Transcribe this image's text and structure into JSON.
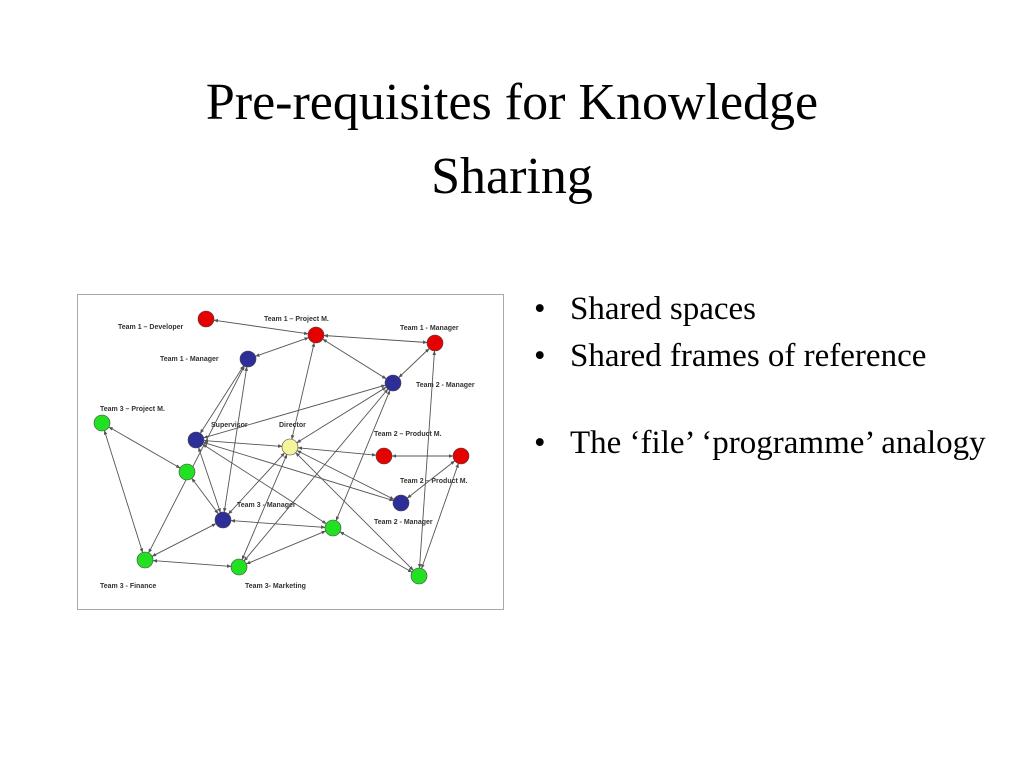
{
  "slide": {
    "title_line1": "Pre-requisites for Knowledge",
    "title_line2": "Sharing"
  },
  "diagram": {
    "colors": {
      "red": "#e60000",
      "blue": "#2e2e99",
      "green": "#22e022",
      "yellow": "#f5f59a",
      "edge": "#555555"
    },
    "nodes": [
      {
        "id": "t1dev",
        "label": "Team 1 – Developer",
        "color": "red"
      },
      {
        "id": "t1pm",
        "label": "Team 1 – Project M.",
        "color": "red"
      },
      {
        "id": "t1mgr",
        "label": "Team 1 - Manager",
        "color": "red"
      },
      {
        "id": "t1manager_blue",
        "label": "Team 1 - Manager",
        "color": "blue"
      },
      {
        "id": "t2mgr_top",
        "label": "Team 2 - Manager",
        "color": "blue"
      },
      {
        "id": "t3pm",
        "label": "Team 3 – Project M.",
        "color": "green"
      },
      {
        "id": "supervisor",
        "label": "Supervisor",
        "color": "blue"
      },
      {
        "id": "director",
        "label": "Director",
        "color": "yellow"
      },
      {
        "id": "t2pm1",
        "label": "Team 2 – Product M.",
        "color": "red"
      },
      {
        "id": "t2pm2",
        "label": "",
        "color": "red"
      },
      {
        "id": "t2pm_lbl2",
        "label": "Team 2 – Product M.",
        "color": "blue"
      },
      {
        "id": "green_mid",
        "label": "",
        "color": "green"
      },
      {
        "id": "t3mgr",
        "label": "Team 3 - Manager",
        "color": "blue"
      },
      {
        "id": "green_c",
        "label": "",
        "color": "green"
      },
      {
        "id": "t2mgr_bot",
        "label": "Team 2 - Manager",
        "color": "green"
      },
      {
        "id": "t3fin",
        "label": "Team 3 - Finance",
        "color": "green"
      },
      {
        "id": "t3mkt",
        "label": "Team 3- Marketing",
        "color": "green"
      },
      {
        "id": "green_br",
        "label": "",
        "color": "green"
      }
    ],
    "edges": [
      [
        "t1dev",
        "t1pm"
      ],
      [
        "t1pm",
        "t1manager_blue"
      ],
      [
        "t1pm",
        "t1mgr"
      ],
      [
        "t1pm",
        "t2mgr_top"
      ],
      [
        "t1pm",
        "director"
      ],
      [
        "t1mgr",
        "t2mgr_top"
      ],
      [
        "t1mgr",
        "green_br"
      ],
      [
        "t1manager_blue",
        "t3mgr"
      ],
      [
        "t1manager_blue",
        "supervisor"
      ],
      [
        "t2mgr_top",
        "supervisor"
      ],
      [
        "t2mgr_top",
        "director"
      ],
      [
        "t2mgr_top",
        "green_c"
      ],
      [
        "t2mgr_top",
        "t3mkt"
      ],
      [
        "supervisor",
        "director"
      ],
      [
        "supervisor",
        "t3mgr"
      ],
      [
        "supervisor",
        "green_c"
      ],
      [
        "supervisor",
        "t2pm_lbl2"
      ],
      [
        "director",
        "t2pm1"
      ],
      [
        "director",
        "t2pm_lbl2"
      ],
      [
        "director",
        "green_br"
      ],
      [
        "director",
        "t3mgr"
      ],
      [
        "director",
        "t3mkt"
      ],
      [
        "t2pm1",
        "t2pm2"
      ],
      [
        "t2pm2",
        "t2pm_lbl2"
      ],
      [
        "t2pm2",
        "green_br"
      ],
      [
        "t3pm",
        "green_mid"
      ],
      [
        "t3pm",
        "t3fin"
      ],
      [
        "green_mid",
        "t3mgr"
      ],
      [
        "t3mgr",
        "green_c"
      ],
      [
        "t3mgr",
        "t3fin"
      ],
      [
        "green_c",
        "t3mkt"
      ],
      [
        "green_c",
        "green_br"
      ],
      [
        "t3fin",
        "t3mkt"
      ],
      [
        "t3fin",
        "t1manager_blue"
      ]
    ]
  },
  "bullets": [
    "Shared spaces",
    "Shared frames of reference",
    "The ‘file’ ‘programme’ analogy"
  ]
}
